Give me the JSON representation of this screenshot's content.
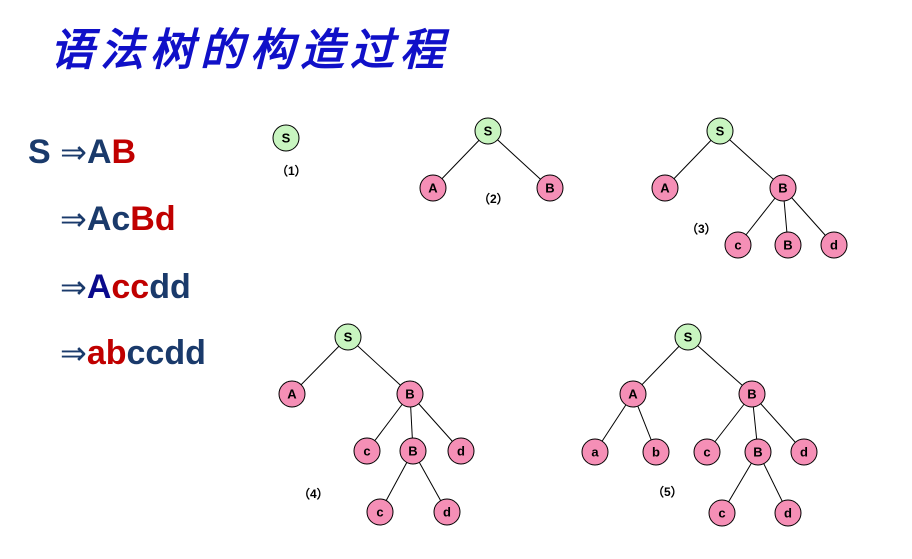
{
  "title": "语法树的构造过程",
  "colors": {
    "title": "#1010c8",
    "navy": "#1a3a6b",
    "red": "#c00000",
    "blue": "#0a0a8c",
    "root_fill": "#c8f5c0",
    "node_fill": "#f58fb6",
    "line": "#000000"
  },
  "derivation": [
    {
      "prefix": "S ",
      "segments": [
        {
          "text": "A",
          "color": "navy"
        },
        {
          "text": "B",
          "color": "red"
        }
      ]
    },
    {
      "prefix": "",
      "segments": [
        {
          "text": "A",
          "color": "navy"
        },
        {
          "text": "c",
          "color": "navy"
        },
        {
          "text": "Bd",
          "color": "red"
        }
      ]
    },
    {
      "prefix": "",
      "segments": [
        {
          "text": "A",
          "color": "blue"
        },
        {
          "text": "cc",
          "color": "red"
        },
        {
          "text": "dd",
          "color": "navy"
        }
      ]
    },
    {
      "prefix": "",
      "segments": [
        {
          "text": "ab",
          "color": "red"
        },
        {
          "text": "ccdd",
          "color": "navy"
        }
      ]
    }
  ],
  "arrow_symbol": "⇒",
  "trees": [
    {
      "label": "（1）",
      "root": {
        "label": "S"
      }
    },
    {
      "label": "（2）",
      "root": {
        "label": "S",
        "children": [
          {
            "label": "A"
          },
          {
            "label": "B"
          }
        ]
      }
    },
    {
      "label": "（3）",
      "root": {
        "label": "S",
        "children": [
          {
            "label": "A"
          },
          {
            "label": "B",
            "children": [
              {
                "label": "c"
              },
              {
                "label": "B"
              },
              {
                "label": "d"
              }
            ]
          }
        ]
      }
    },
    {
      "label": "（4）",
      "root": {
        "label": "S",
        "children": [
          {
            "label": "A"
          },
          {
            "label": "B",
            "children": [
              {
                "label": "c"
              },
              {
                "label": "B",
                "children": [
                  {
                    "label": "c"
                  },
                  {
                    "label": "d"
                  }
                ]
              },
              {
                "label": "d"
              }
            ]
          }
        ]
      }
    },
    {
      "label": "（5）",
      "root": {
        "label": "S",
        "children": [
          {
            "label": "A",
            "children": [
              {
                "label": "a"
              },
              {
                "label": "b"
              }
            ]
          },
          {
            "label": "B",
            "children": [
              {
                "label": "c"
              },
              {
                "label": "B",
                "children": [
                  {
                    "label": "c"
                  },
                  {
                    "label": "d"
                  }
                ]
              },
              {
                "label": "d"
              }
            ]
          }
        ]
      }
    }
  ]
}
